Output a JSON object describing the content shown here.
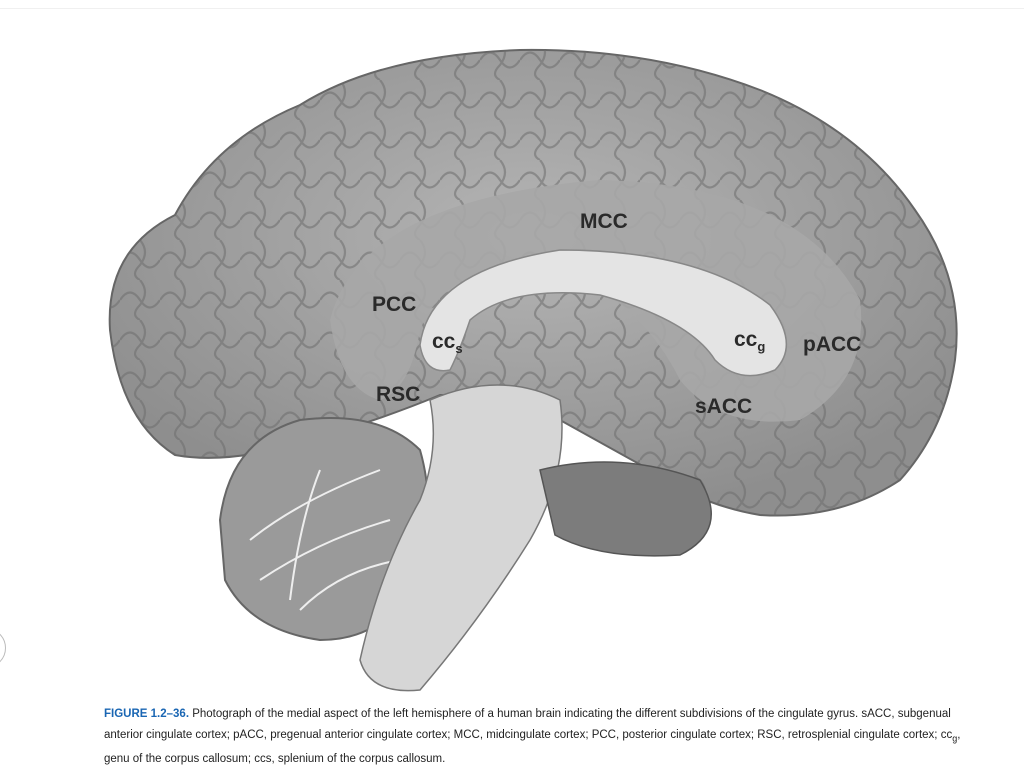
{
  "figure": {
    "labels": {
      "mcc": "MCC",
      "pcc": "PCC",
      "ccs_main": "cc",
      "ccs_sub": "s",
      "ccg_main": "cc",
      "ccg_sub": "g",
      "pacc": "pACC",
      "rsc": "RSC",
      "sacc": "sACC"
    }
  },
  "caption": {
    "figure_number": "FIGURE 1.2–36.",
    "text_1": " Photograph of the medial aspect of the left hemisphere of a human brain indicating the different subdivisions of the cingulate gyrus. sACC, subgenual anterior cingulate cortex; pACC, pregenual anterior cingulate cortex; MCC, midcingulate cortex; PCC, posterior cingulate cortex; RSC, retrosplenial cingulate cortex; cc",
    "sub_g": "g",
    "text_2": ", genu of the corpus callosum; ccs, splenium of the corpus callosum."
  }
}
